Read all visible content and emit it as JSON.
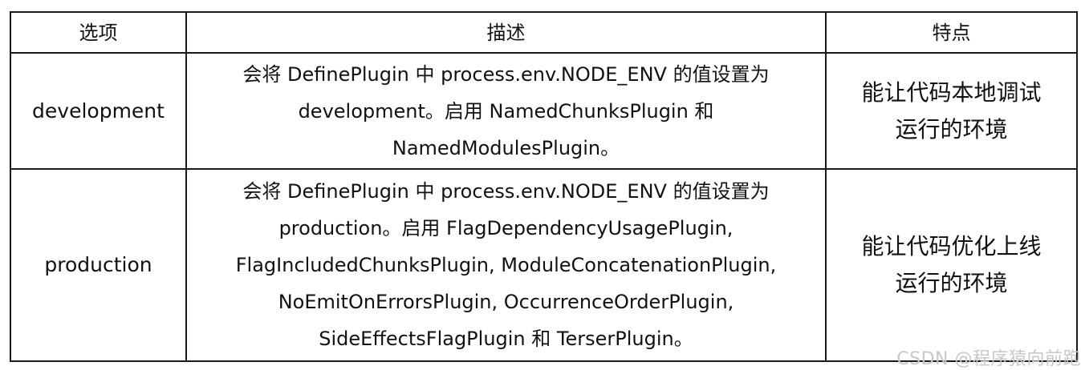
{
  "table": {
    "headers": [
      "选项",
      "描述",
      "特点"
    ],
    "rows": [
      {
        "option": "development",
        "description": "会将 DefinePlugin 中 process.env.NODE_ENV 的值设置为 development。启用 NamedChunksPlugin 和 NamedModulesPlugin。",
        "feature": "能让代码本地调试运行的环境"
      },
      {
        "option": "production",
        "description": "会将 DefinePlugin 中 process.env.NODE_ENV 的值设置为 production。启用 FlagDependencyUsagePlugin, FlagIncludedChunksPlugin, ModuleConcatenationPlugin, NoEmitOnErrorsPlugin, OccurrenceOrderPlugin, SideEffectsFlagPlugin 和 TerserPlugin。",
        "feature": "能让代码优化上线运行的环境"
      }
    ]
  },
  "watermark": "CSDN @程序猿向前跑"
}
